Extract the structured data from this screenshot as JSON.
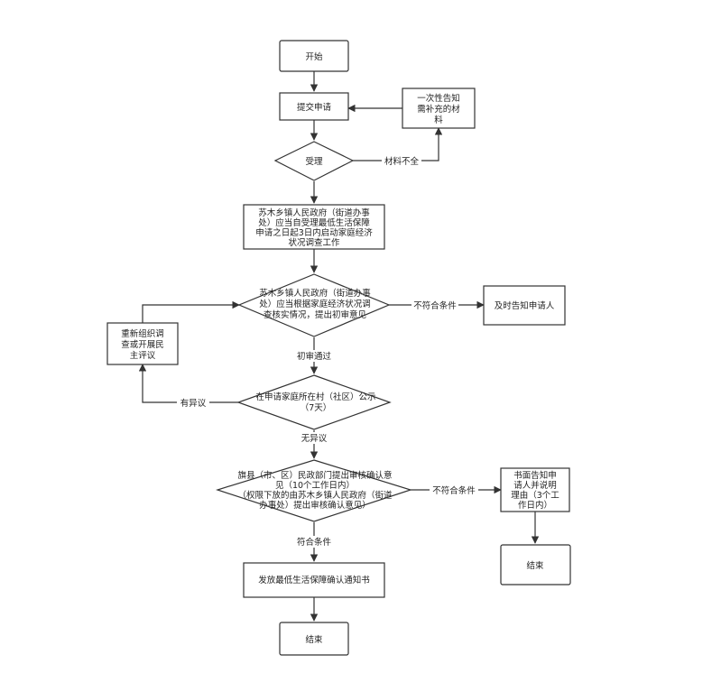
{
  "nodes": {
    "start": "开始",
    "submit": "提交申请",
    "notify_supplement": [
      "一次性告知",
      "需补充的材",
      "料"
    ],
    "accept": "受理",
    "investigate": [
      "苏木乡镇人民政府（街道办事",
      "处）应当自受理最低生活保障",
      "申请之日起3日内启动家庭经济",
      "状况调查工作"
    ],
    "preliminary_review": [
      "苏木乡镇人民政府（街道办事",
      "处）应当根据家庭经济状况调",
      "查核实情况，提出初审意见"
    ],
    "notify_applicant": "及时告知申请人",
    "reorganize": [
      "重新组织调",
      "查或开展民",
      "主评议"
    ],
    "publicity": [
      "在申请家庭所在村（社区）公示",
      "（7天）"
    ],
    "county_review": [
      "旗县（市、区）民政部门提出审核确认意",
      "见（10个工作日内）",
      "（权限下放的由苏木乡镇人民政府（街道",
      "办事处）提出审核确认意见）"
    ],
    "written_notice": [
      "书面告知申",
      "请人并说明",
      "理由（3个工",
      "作日内）"
    ],
    "end_right": "结束",
    "issue_notice": "发放最低生活保障确认通知书",
    "end": "结束"
  },
  "edges": {
    "incomplete": "材料不全",
    "not_qualified_1": "不符合条件",
    "passed": "初审通过",
    "objection": "有异议",
    "no_objection": "无异议",
    "not_qualified_2": "不符合条件",
    "qualified": "符合条件"
  }
}
